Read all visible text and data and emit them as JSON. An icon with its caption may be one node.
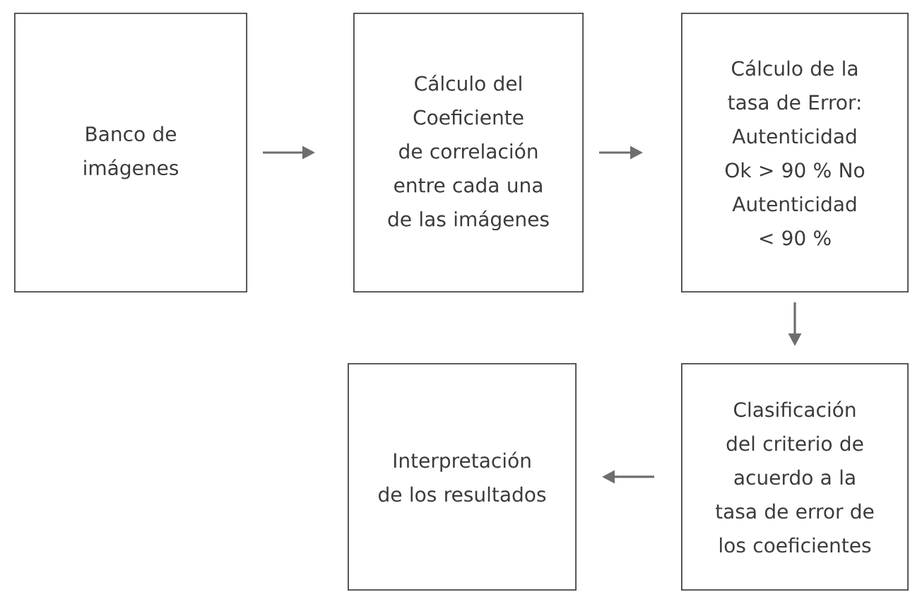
{
  "diagram": {
    "nodes": [
      {
        "text": [
          "Banco de imágenes"
        ]
      },
      {
        "text": [
          "Cálculo del Coeficiente de correlación entre cada una de las imágenes"
        ]
      },
      {
        "text": [
          "Cálculo de la tasa de Error: Autenticidad Ok > 90 % No Autenticidad < 90 %"
        ]
      },
      {
        "text": [
          "Clasificación del criterio de acuerdo a la tasa de error de los coeficientes"
        ]
      },
      {
        "text": [
          "Interpretación de los resultados"
        ]
      }
    ],
    "edges": [
      {
        "from": 0,
        "to": 1,
        "arrow": "to"
      },
      {
        "from": 1,
        "to": 2,
        "arrow": "to"
      },
      {
        "from": 2,
        "to": 3,
        "arrow": "to"
      },
      {
        "from": 3,
        "to": 4,
        "arrow": "to"
      }
    ]
  }
}
